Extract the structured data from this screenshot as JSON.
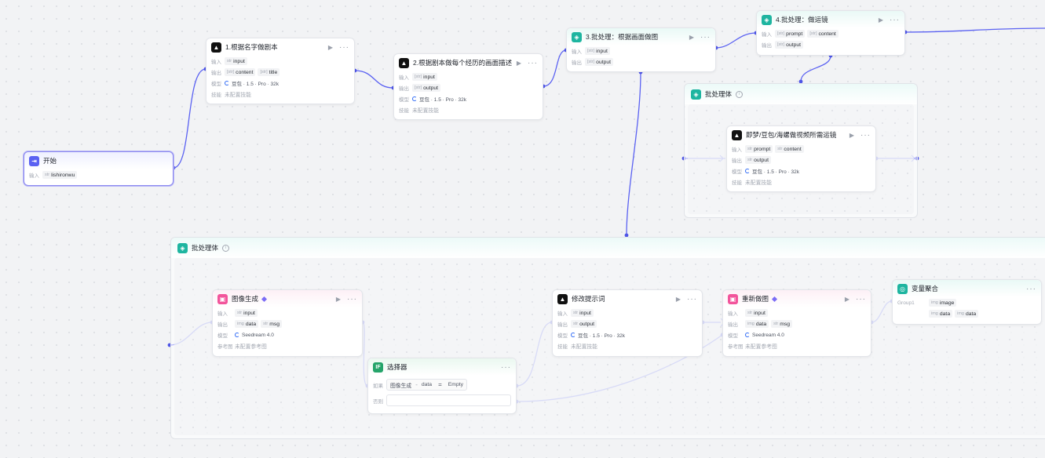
{
  "labels": {
    "input": "输入",
    "output": "输出",
    "model": "模型",
    "skill": "技能",
    "no_skill": "未配置技能",
    "ref": "参考图",
    "no_ref": "未配置参考图",
    "if": "如果",
    "else": "否则"
  },
  "types": {
    "str": "str",
    "arr": "[str]",
    "img": "img"
  },
  "start": {
    "title": "开始",
    "input": "lishironwu"
  },
  "node1": {
    "title": "1.根据名字做剧本",
    "input": "input",
    "outputs": [
      "content",
      "title"
    ],
    "model": "豆包 · 1.5 · Pro · 32k"
  },
  "node2": {
    "title": "2.根据剧本做每个经历的画面描述",
    "input": "input",
    "output": "output",
    "model": "豆包 · 1.5 · Pro · 32k"
  },
  "node3": {
    "title": "3.批处理：根据画面做图",
    "input": "input",
    "output": "output"
  },
  "node4": {
    "title": "4.批处理：做运镜",
    "inputs": [
      "prompt",
      "content"
    ],
    "output": "output"
  },
  "batch_top": {
    "title": "批处理体"
  },
  "node_video": {
    "title": "即梦/豆包/海螺做视频所需运镜",
    "inputs": [
      "prompt",
      "content"
    ],
    "output": "output",
    "model": "豆包 · 1.5 · Pro · 32k"
  },
  "batch_bottom": {
    "title": "批处理体"
  },
  "node_img": {
    "title": "图像生成",
    "input": "input",
    "outputs": [
      "data",
      "msg"
    ],
    "model": "Seedream 4.0"
  },
  "node_sel": {
    "title": "选择器",
    "cond_left": "图像生成",
    "cond_field": "data",
    "cond_op": "=",
    "cond_right": "Empty"
  },
  "node_fix": {
    "title": "修改提示词",
    "input": "input",
    "output": "output",
    "model": "豆包 · 1.5 · Pro · 32k"
  },
  "node_redo": {
    "title": "重新做图",
    "input": "input",
    "outputs": [
      "data",
      "msg"
    ],
    "model": "Seedream 4.0"
  },
  "node_agg": {
    "title": "变量聚合",
    "group": "Group1",
    "items": [
      "image",
      "data",
      "data"
    ]
  }
}
